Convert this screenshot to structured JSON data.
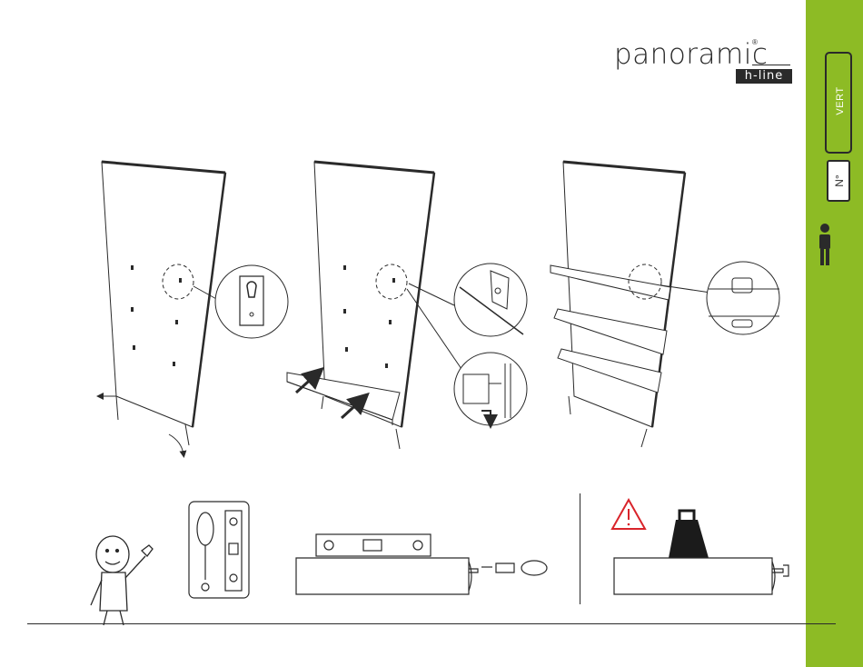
{
  "brand": {
    "name": "panoramic",
    "registered": "®",
    "subline": "h-line"
  },
  "side_tabs": {
    "orientation_label": "VERT",
    "number_label": "N°"
  },
  "colors": {
    "sidebar_green": "#8dbb25",
    "line_dark": "#2a2a2a",
    "warning_red": "#d9242b"
  },
  "icons": [
    "person-icon",
    "warning-icon",
    "weight-icon",
    "screwdriver-icon",
    "spirit-level-icon",
    "arrow-icon"
  ]
}
